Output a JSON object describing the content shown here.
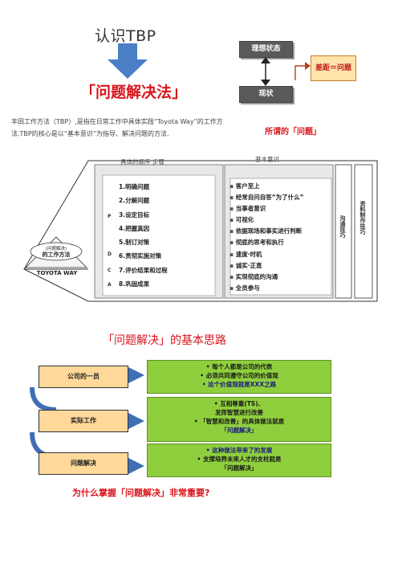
{
  "header": {
    "title": "认识TBP",
    "subtitle": "「问题解决法」"
  },
  "states": {
    "ideal": "理想状态",
    "current": "现状",
    "gap": "差距＝问题"
  },
  "description": "丰田工作方法（TBP）,是指在日常工作中具体实践“Toyota Way”的工作方法.TBP的核心是以“基本意识”为指导、解决问题的方法.",
  "problem_label": "所谓的「问题」",
  "diagram": {
    "steps_header": "具体的顺序 步骤",
    "basics_header": "基本意识",
    "left_label_1": "(问题解决)",
    "left_label_2": "的工作方法",
    "toyota_way": "TOYOTA WAY",
    "pdca": [
      "P",
      "D",
      "C",
      "A"
    ],
    "steps": [
      "1.明确问题",
      "2.分解问题",
      "3.设定目标",
      "4.把握真因",
      "5.制订对策",
      "6.贯彻实施对策",
      "7.评价结果和过程",
      "8.巩固成果"
    ],
    "basics": [
      "客户至上",
      "经常自问自答“为了什么”",
      "当事者意识",
      "可视化",
      "依据现场和事实进行判断",
      "彻底的思考和执行",
      "速度·时机",
      "诚实·正直",
      "实现彻底的沟通",
      "全员参与"
    ],
    "side_col_1": "沟通技巧",
    "side_col_2": "资料制作技巧"
  },
  "thinking": {
    "title": "「问题解决」的基本思路",
    "rows": [
      {
        "label": "公司的一员",
        "lines": [
          "每个人都是公司的代表",
          "必须共同遵守公司的价值观",
          "这个价值观就是XXX之路"
        ]
      },
      {
        "label": "实际工作",
        "lines": [
          "互相尊重(TS)、",
          "发挥智慧进行改善",
          "「智慧和改善」的具体做法就是",
          "「问题解决」"
        ]
      },
      {
        "label": "问题解决",
        "lines": [
          "这种做法带来了的发展",
          "支撑培养未来人才的支柱就是",
          "「问题解决」"
        ]
      }
    ]
  },
  "question": "为什么掌握「问题解决」非常重要?",
  "colors": {
    "accent_red": "#d9141b",
    "arrow_blue": "#4a7fc6",
    "box_orange": "#ffd89a",
    "box_green": "#8fcf3e"
  }
}
